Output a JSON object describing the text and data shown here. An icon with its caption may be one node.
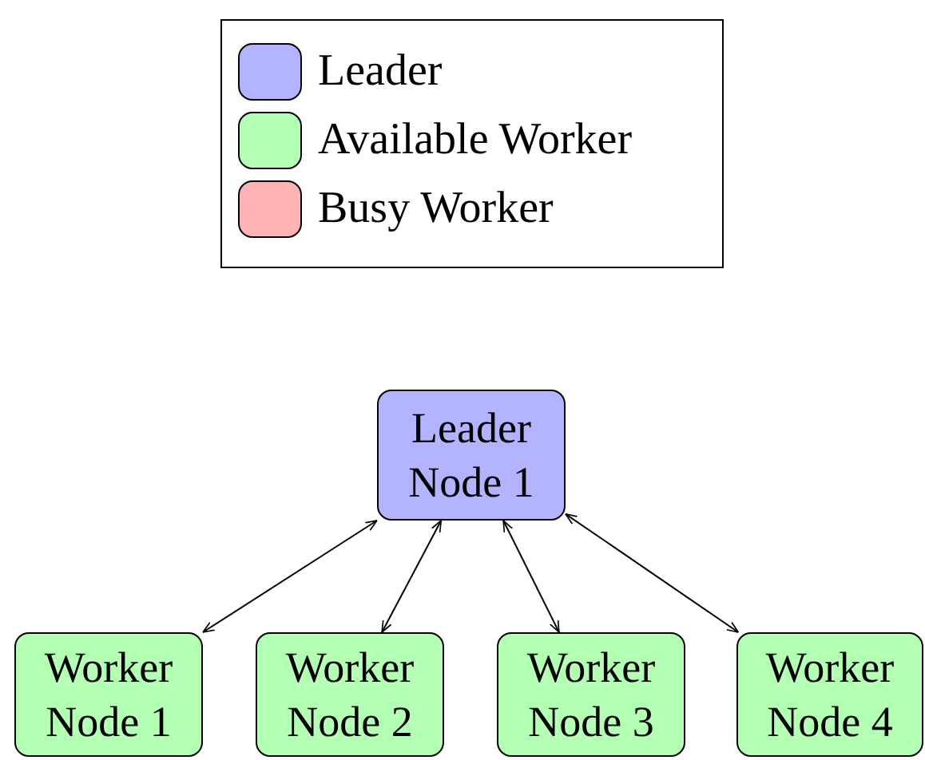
{
  "diagram": {
    "nodes": [
      {
        "text": [
          "Leader Node 1"
        ]
      },
      {
        "text": [
          "Worker Node 1"
        ]
      },
      {
        "text": [
          "Worker Node 2"
        ]
      },
      {
        "text": [
          "Worker Node 3"
        ]
      },
      {
        "text": [
          "Worker Node 4"
        ]
      }
    ],
    "edges": [
      {
        "from": 0,
        "to": 1,
        "arrow": "both"
      },
      {
        "from": 0,
        "to": 2,
        "arrow": "both"
      },
      {
        "from": 0,
        "to": 3,
        "arrow": "both"
      },
      {
        "from": 0,
        "to": 4,
        "arrow": "both"
      }
    ],
    "legend": [
      {
        "text": "Leader",
        "color": "#b3b3ff"
      },
      {
        "text": "Available Worker",
        "color": "#b3ffb3"
      },
      {
        "text": "Busy Worker",
        "color": "#ffb3b3"
      }
    ]
  }
}
